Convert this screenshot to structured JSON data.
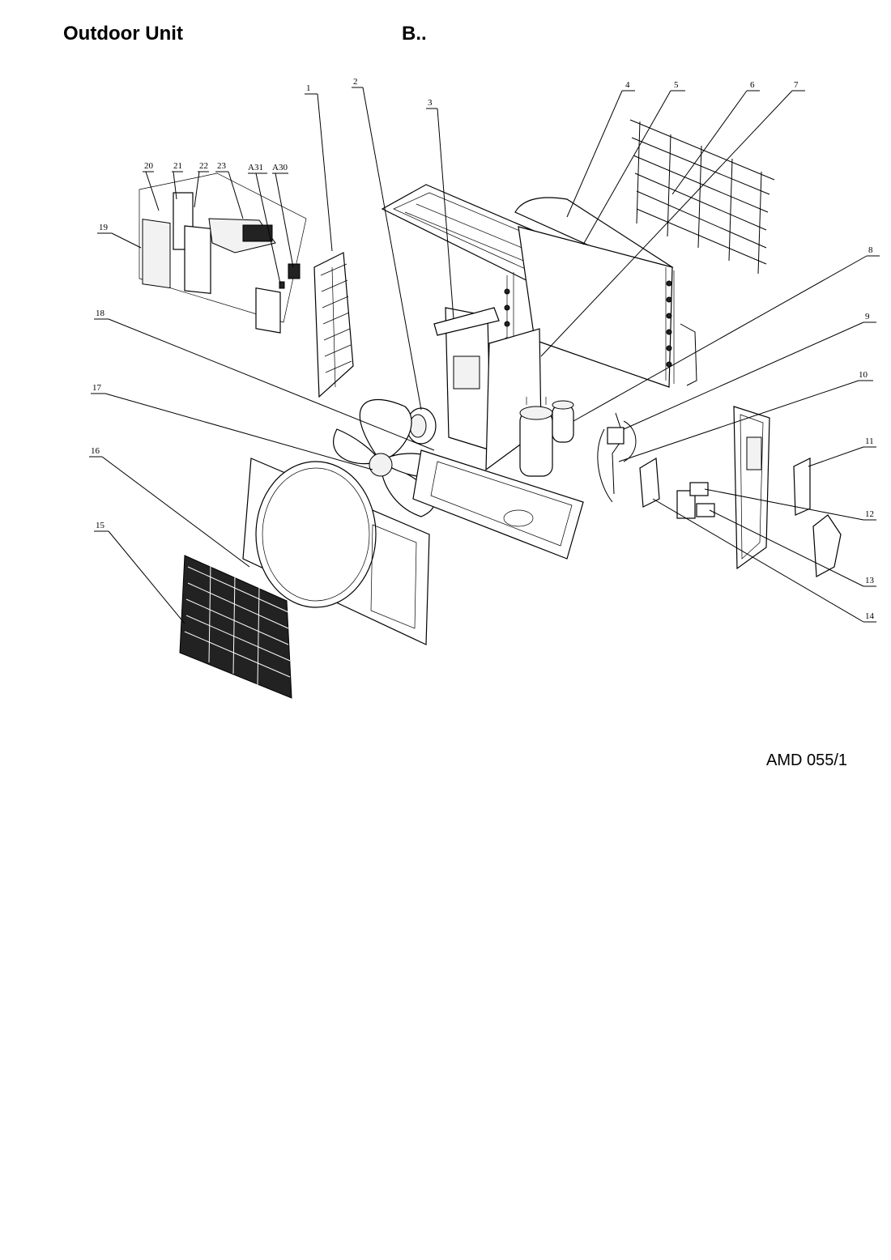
{
  "header": {
    "title": "Outdoor Unit",
    "variant": "B.."
  },
  "footer": {
    "doc_ref": "AMD 055/1"
  },
  "callouts": [
    "1",
    "2",
    "3",
    "4",
    "5",
    "6",
    "7",
    "8",
    "9",
    "10",
    "11",
    "12",
    "13",
    "14",
    "15",
    "16",
    "17",
    "18",
    "19",
    "20",
    "21",
    "22",
    "23",
    "A31",
    "A30"
  ]
}
